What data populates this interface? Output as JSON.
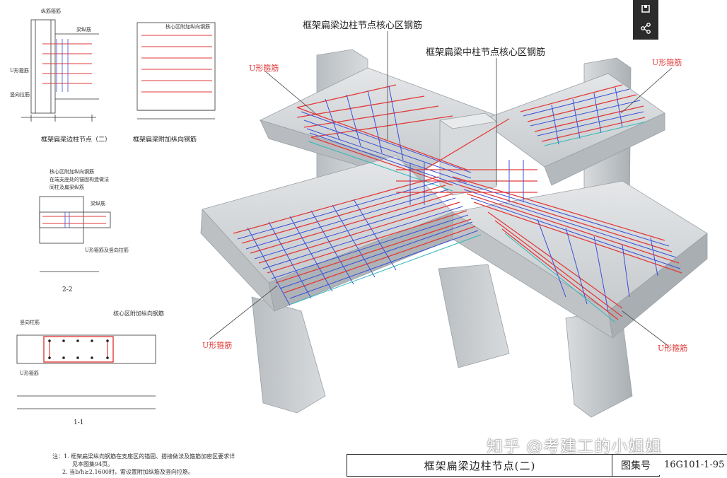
{
  "labels": {
    "edge_core": "框架扁梁边柱节点核心区钢筋",
    "mid_core": "框架扁梁中柱节点核心区钢筋",
    "u_stirrup": "U形箍筋"
  },
  "small_drawings": {
    "fig1_caption": "框架扁梁边柱节点（二）",
    "fig2_caption": "框架扁梁附加纵向钢筋",
    "fig3_caption": "2-2",
    "fig4_caption": "1-1",
    "fig1_top": "纵筋箍筋",
    "fig1_col": "梁纵筋",
    "fig1_u": "U形箍筋",
    "fig1_tie": "竖向拉筋",
    "fig2_top": "核心区附加纵向钢筋",
    "fig3_text": [
      "核心区附加纵向钢筋",
      "在端支座处的锚固构造做法",
      "同柱及扁梁纵筋"
    ],
    "fig3_beam": "梁纵筋",
    "fig3_u": "U形箍筋及竖向拉筋",
    "fig4_col": "竖向柱筋",
    "fig4_core": "核心区附加纵向钢筋",
    "fig4_u": "U形箍筋"
  },
  "notes": {
    "line1": "注：1. 框架扁梁纵向钢筋在支座区的锚固、搭接做法及箍筋加密区要求详",
    "line2": "见本图集94页。",
    "line3": "2. 当b/h≥2.1600时，需设置附加纵筋及竖向拉筋。"
  },
  "title_block": {
    "title": "框架扁梁边柱节点(二)",
    "atlas_label": "图集号",
    "atlas_code": "16G101-1-95"
  },
  "watermark": "知乎 @考建工的小姐姐",
  "toolbar": {
    "share_icon": "share-icon",
    "save_icon": "save-icon"
  },
  "colors": {
    "red": "#e23a3a",
    "blue": "#3a4fd6",
    "cyan": "#2fb8b8",
    "concrete": "#c9cdd0",
    "concrete_dark": "#a9aeb2"
  }
}
